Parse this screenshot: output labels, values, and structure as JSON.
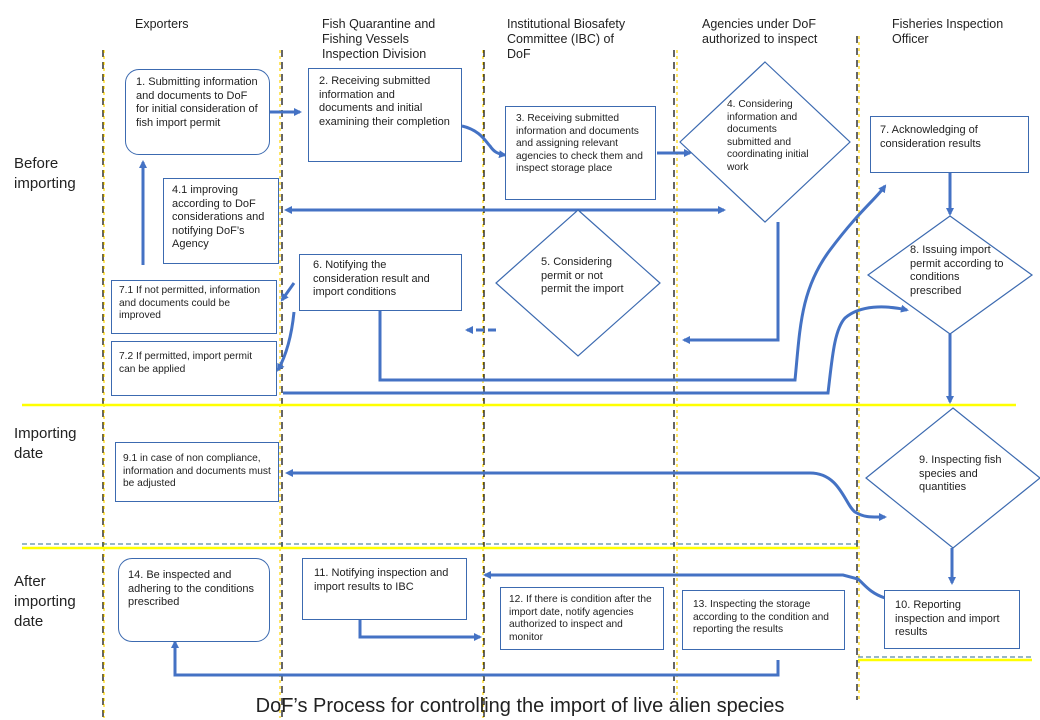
{
  "lanes": [
    "Exporters",
    "Fish Quarantine and Fishing Vessels Inspection Division",
    "Institutional Biosafety Committee (IBC) of DoF",
    "Agencies under DoF authorized to inspect",
    "Fisheries Inspection Officer"
  ],
  "phases": {
    "before": "Before importing",
    "during": "Importing date",
    "after": "After importing date"
  },
  "steps": {
    "s1": "1. Submitting information and documents to DoF for initial consideration of fish import permit",
    "s2": "2. Receiving submitted information and documents and initial examining their completion",
    "s3": "3. Receiving submitted information and documents and assigning relevant agencies to check them and inspect storage place",
    "s4": "4. Considering information and documents submitted and coordinating initial work",
    "s4_1": "4.1 improving according to DoF considerations and notifying DoF’s Agency",
    "s5": "5. Considering permit or not permit the import",
    "s6": "6. Notifying the consideration result and import conditions",
    "s7": "7. Acknowledging of consideration results",
    "s7_1": "7.1 If not permitted, information and documents could be improved",
    "s7_2": "7.2 If permitted, import permit can be applied",
    "s8": "8. Issuing import permit according to conditions prescribed",
    "s9": "9. Inspecting fish species and quantities",
    "s9_1": "9.1 in case of non compliance, information and documents must be adjusted",
    "s10": "10. Reporting inspection and import results",
    "s11": "11. Notifying inspection and import results to IBC",
    "s12": "12. If there is condition after the import date, notify agencies authorized to inspect and monitor",
    "s13": "13. Inspecting the storage according to the condition and reporting the results",
    "s14": "14. Be inspected and adhering to the conditions prescribed"
  },
  "caption": "DoF’s Process for controlling the import of live alien species",
  "colors": {
    "arrow": "#4472c4",
    "box_border": "#3c6ab0",
    "phase_line": "#ffff00",
    "lane_line_black": "#000000",
    "lane_line_yellow": "#ffd400"
  }
}
